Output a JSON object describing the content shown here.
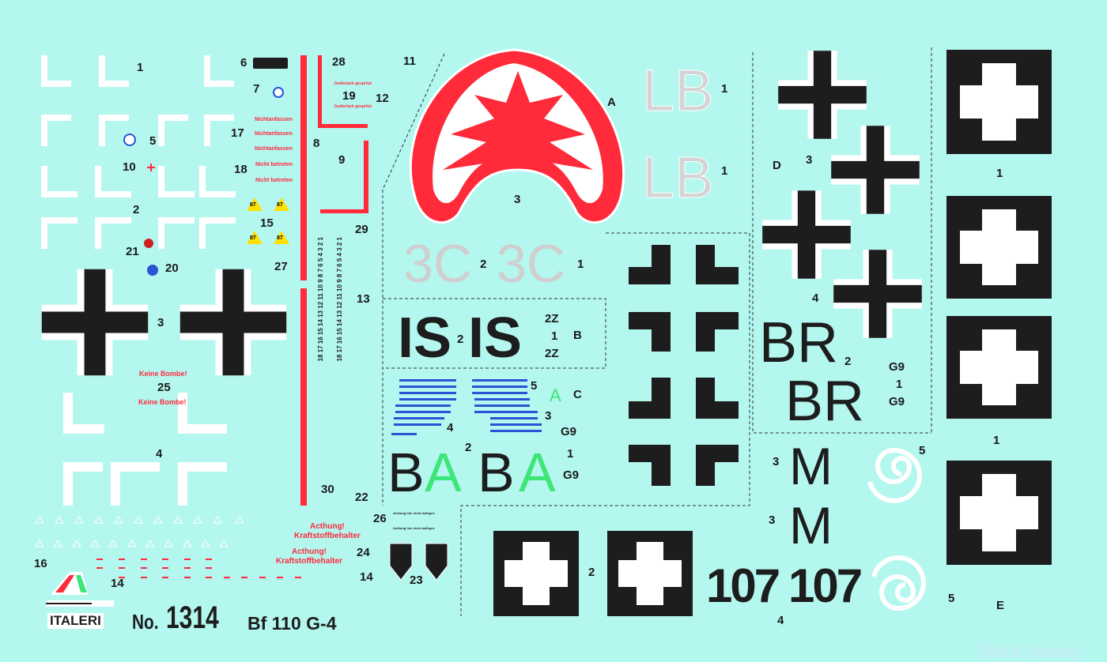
{
  "sheet": {
    "brand": "ITALERI",
    "kit_prefix": "No.",
    "kit_number": "1314",
    "model": "Bf 110 G-4",
    "watermark": "TAKA Hobby"
  },
  "labels": [
    "1",
    "6",
    "7",
    "5",
    "17",
    "10",
    "18",
    "2",
    "15",
    "21",
    "20",
    "27",
    "3",
    "25",
    "4",
    "16",
    "14",
    "28",
    "19",
    "12",
    "11",
    "8",
    "9",
    "29",
    "13",
    "30",
    "22",
    "24",
    "14",
    "26",
    "23",
    "A",
    "3",
    "1",
    "1",
    "2",
    "1",
    "2",
    "2Z",
    "1",
    "2Z",
    "B",
    "5",
    "C",
    "3",
    "4",
    "G9",
    "2",
    "1",
    "G9",
    "D",
    "3",
    "4",
    "2",
    "G9",
    "1",
    "G9",
    "1",
    "1",
    "3",
    "3",
    "5",
    "5",
    "E",
    "2",
    "4"
  ],
  "codes": {
    "lb": "LB",
    "c3": "3C",
    "is": "IS",
    "is_dash": "-",
    "ba_b": "B",
    "ba_a": "A",
    "c_a": "A",
    "br": "BR",
    "m": "M",
    "n107": "107"
  },
  "stencils": {
    "nichtanfassen": "Nichtanfassen",
    "nicht_betreten": "Nicht betreten",
    "keine_bombe": "Keine Bombe!",
    "achtung": "Acthung!",
    "kraftstoff": "Kraftstoffbehalter",
    "jsolierlack": "Jsolierlack gespritzt",
    "achtung_small": "Achtung hier nicht auflegen",
    "fuel_87": "87"
  },
  "colors": {
    "background": "#b3f7ef",
    "red": "#ff2a3a",
    "black": "#1d1d1d",
    "green": "#3ee67a",
    "grey": "#cfcfcf"
  },
  "kill_columns": {
    "col_a": "18 17 16 15 14 13 12 11 10 9 8 7 6 5 4 3 2 1",
    "col_b": "18 17 16 15 14 13 12 11 10 9 8 7 6 5 4 3 2 1"
  }
}
